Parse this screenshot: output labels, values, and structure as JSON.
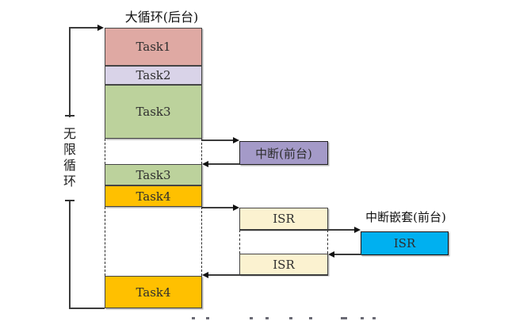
{
  "diagram": {
    "title": "大循环(后台)",
    "infinite_loop_label": "无限循环",
    "background_column": {
      "blocks": [
        {
          "label": "Task1",
          "color": "#DFA9A3"
        },
        {
          "label": "Task2",
          "color": "#D9D3E8"
        },
        {
          "label": "Task3",
          "color": "#BCD29C"
        },
        {
          "label": "Task3",
          "color": "#BCD29C"
        },
        {
          "label": "Task4",
          "color": "#FFC000"
        },
        {
          "label": "Task4",
          "color": "#FFC000"
        }
      ]
    },
    "foreground": {
      "interrupt_box": {
        "label": "中断(前台)",
        "color": "#A49AC8"
      },
      "isr_top": {
        "label": "ISR",
        "color": "#FBF2D0"
      },
      "isr_bottom": {
        "label": "ISR",
        "color": "#FBF2D0"
      },
      "nested_interrupt": {
        "title": "中断嵌套(前台)",
        "box": {
          "label": "ISR",
          "color": "#00B0F0"
        }
      }
    }
  }
}
